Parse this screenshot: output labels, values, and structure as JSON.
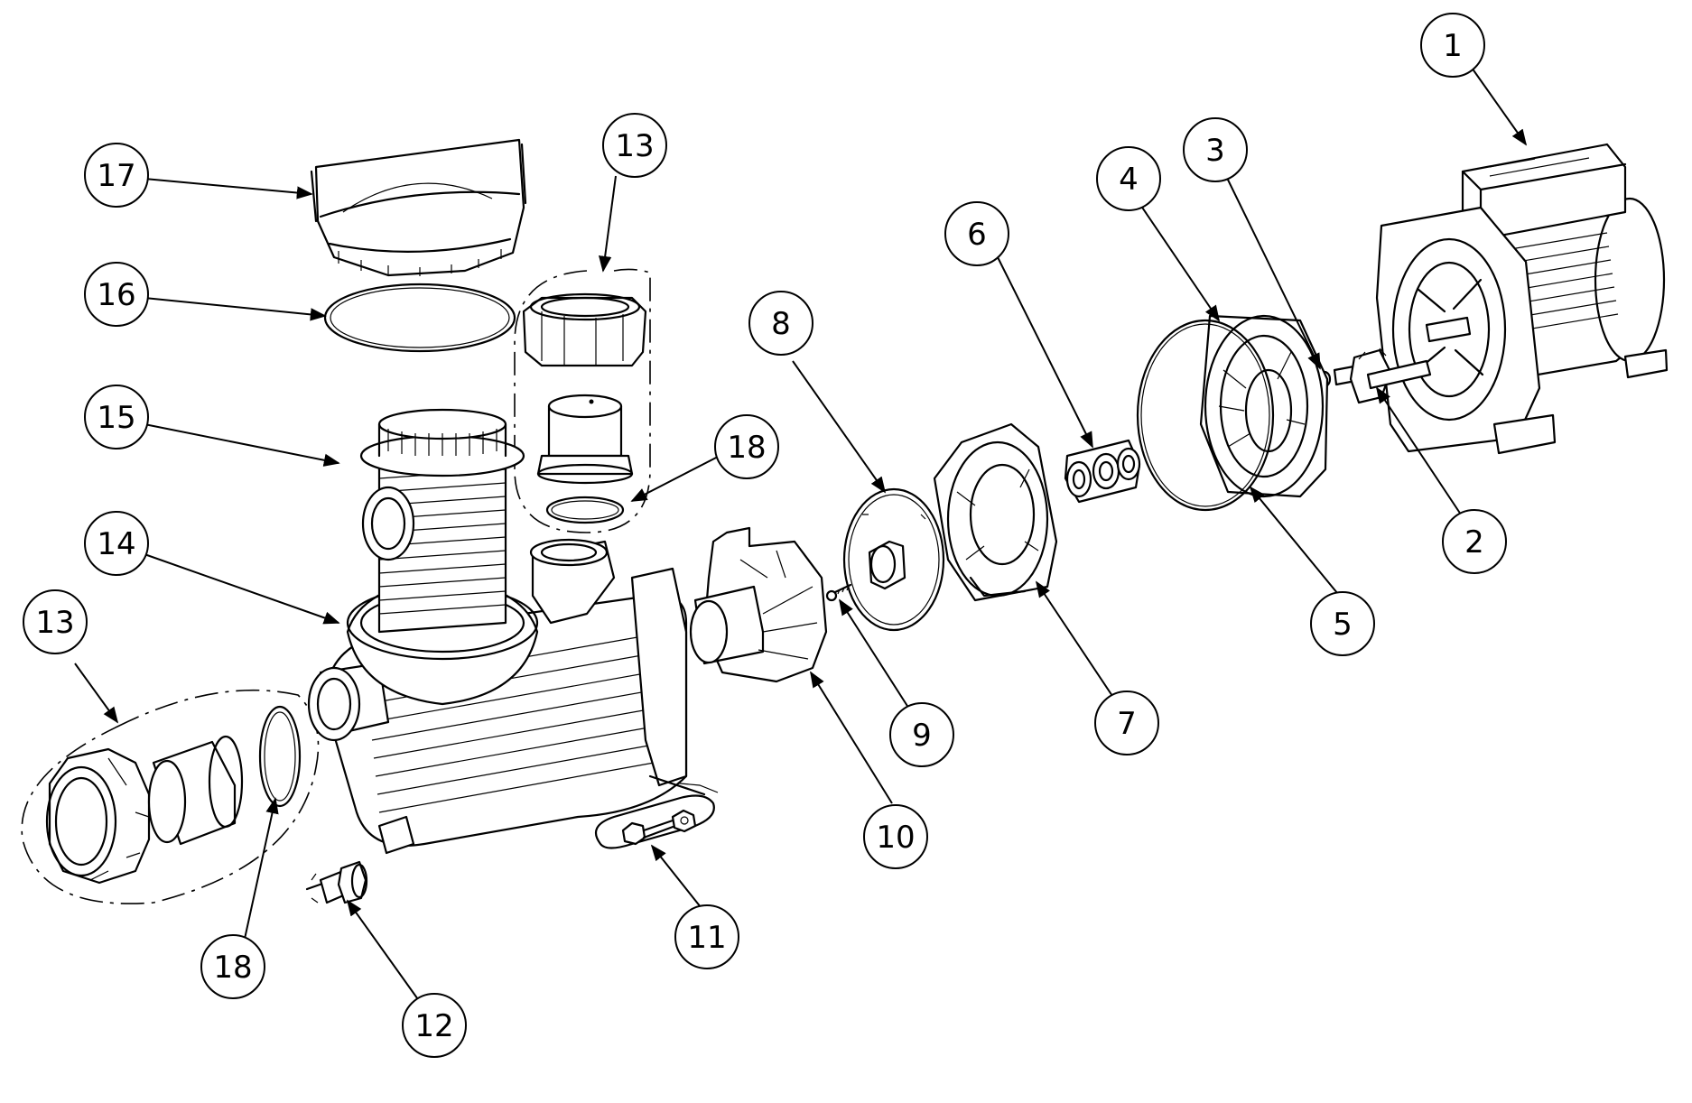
{
  "diagram": {
    "callouts": [
      {
        "id": "c1",
        "label": "1"
      },
      {
        "id": "c2",
        "label": "2"
      },
      {
        "id": "c3",
        "label": "3"
      },
      {
        "id": "c4",
        "label": "4"
      },
      {
        "id": "c5",
        "label": "5"
      },
      {
        "id": "c6",
        "label": "6"
      },
      {
        "id": "c7",
        "label": "7"
      },
      {
        "id": "c8",
        "label": "8"
      },
      {
        "id": "c9",
        "label": "9"
      },
      {
        "id": "c10",
        "label": "10"
      },
      {
        "id": "c11",
        "label": "11"
      },
      {
        "id": "c12",
        "label": "12"
      },
      {
        "id": "c13a",
        "label": "13"
      },
      {
        "id": "c13b",
        "label": "13"
      },
      {
        "id": "c14",
        "label": "14"
      },
      {
        "id": "c15",
        "label": "15"
      },
      {
        "id": "c16",
        "label": "16"
      },
      {
        "id": "c17",
        "label": "17"
      },
      {
        "id": "c18a",
        "label": "18"
      },
      {
        "id": "c18b",
        "label": "18"
      }
    ]
  }
}
